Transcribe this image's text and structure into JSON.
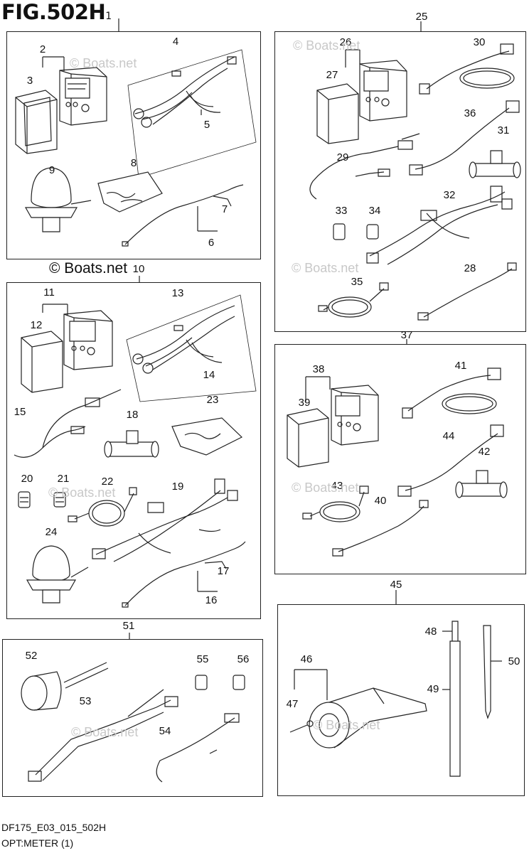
{
  "figure": {
    "title": "FIG.502H",
    "title_suffix": "1"
  },
  "footer": {
    "code": "DF175_E03_015_502H",
    "caption": "OPT:METER (1)"
  },
  "watermark": {
    "text": "© Boats.net"
  },
  "callouts": {
    "c1": "2",
    "c2": "3",
    "c3": "4",
    "c4": "5",
    "c5": "9",
    "c6": "8",
    "c7": "7",
    "c8": "6",
    "c9": "10",
    "c10": "11",
    "c11": "12",
    "c12": "13",
    "c13": "14",
    "c14": "15",
    "c15": "18",
    "c16": "23",
    "c17": "20",
    "c18": "21",
    "c19": "22",
    "c20": "19",
    "c21": "24",
    "c22": "17",
    "c23": "16",
    "c24": "25",
    "c25": "26",
    "c26": "27",
    "c27": "30",
    "c28": "36",
    "c29": "31",
    "c30": "29",
    "c31": "32",
    "c32": "33",
    "c33": "34",
    "c34": "28",
    "c35": "35",
    "c36": "37",
    "c37": "38",
    "c38": "39",
    "c39": "41",
    "c40": "44",
    "c41": "42",
    "c42": "43",
    "c43": "40",
    "c44": "45",
    "c45": "48",
    "c46": "50",
    "c47": "46",
    "c48": "47",
    "c49": "49",
    "c50": "51",
    "c51": "52",
    "c52": "55",
    "c53": "56",
    "c54": "53",
    "c55": "54"
  }
}
